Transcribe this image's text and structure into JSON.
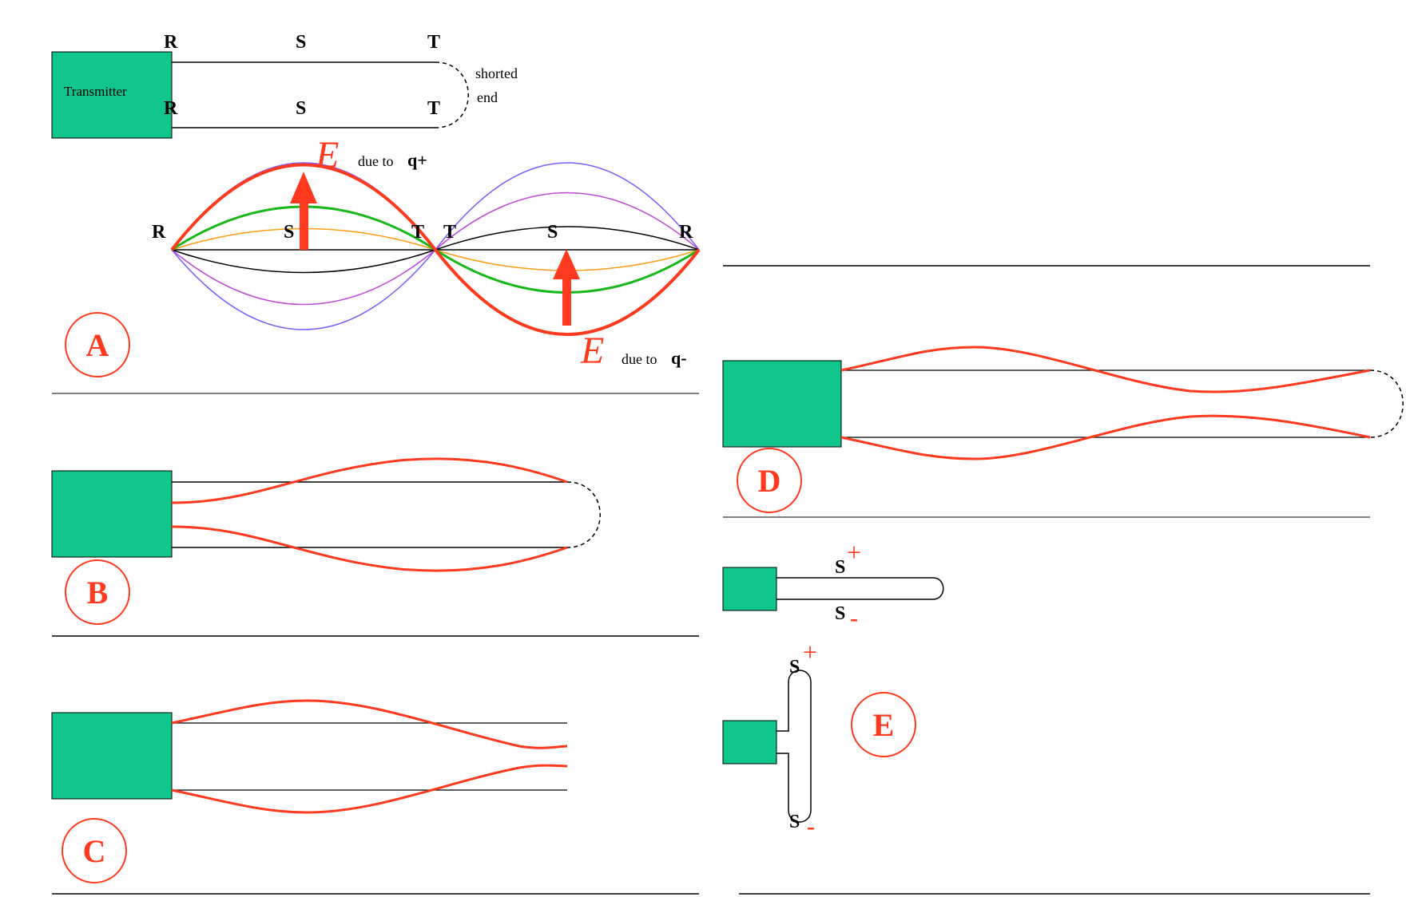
{
  "colors": {
    "transmitter": "#11c68c",
    "accent": "#ff3a1f",
    "line": "#000000",
    "wave_purple": "#7b5cff",
    "wave_magenta": "#c04ad8",
    "wave_green": "#19b81a",
    "wave_orange": "#ff9c18",
    "wave_black": "#000000"
  },
  "panelA": {
    "transmitter_label": "Transmitter",
    "top_labels": [
      "R",
      "S",
      "T"
    ],
    "bottom_labels": [
      "R",
      "S",
      "T"
    ],
    "shorted_line1": "shorted",
    "shorted_line2": "end",
    "wave_labels": [
      "R",
      "S",
      "T",
      "T",
      "S",
      "R"
    ],
    "e_symbol": "E",
    "due_to_text": "due to",
    "q_plus": "q+",
    "q_minus": "q-",
    "letter": "A"
  },
  "panelB": {
    "letter": "B"
  },
  "panelC": {
    "letter": "C"
  },
  "panelD": {
    "letter": "D"
  },
  "panelE": {
    "letter": "E",
    "s_label": "S",
    "plus": "+",
    "minus": "-"
  }
}
